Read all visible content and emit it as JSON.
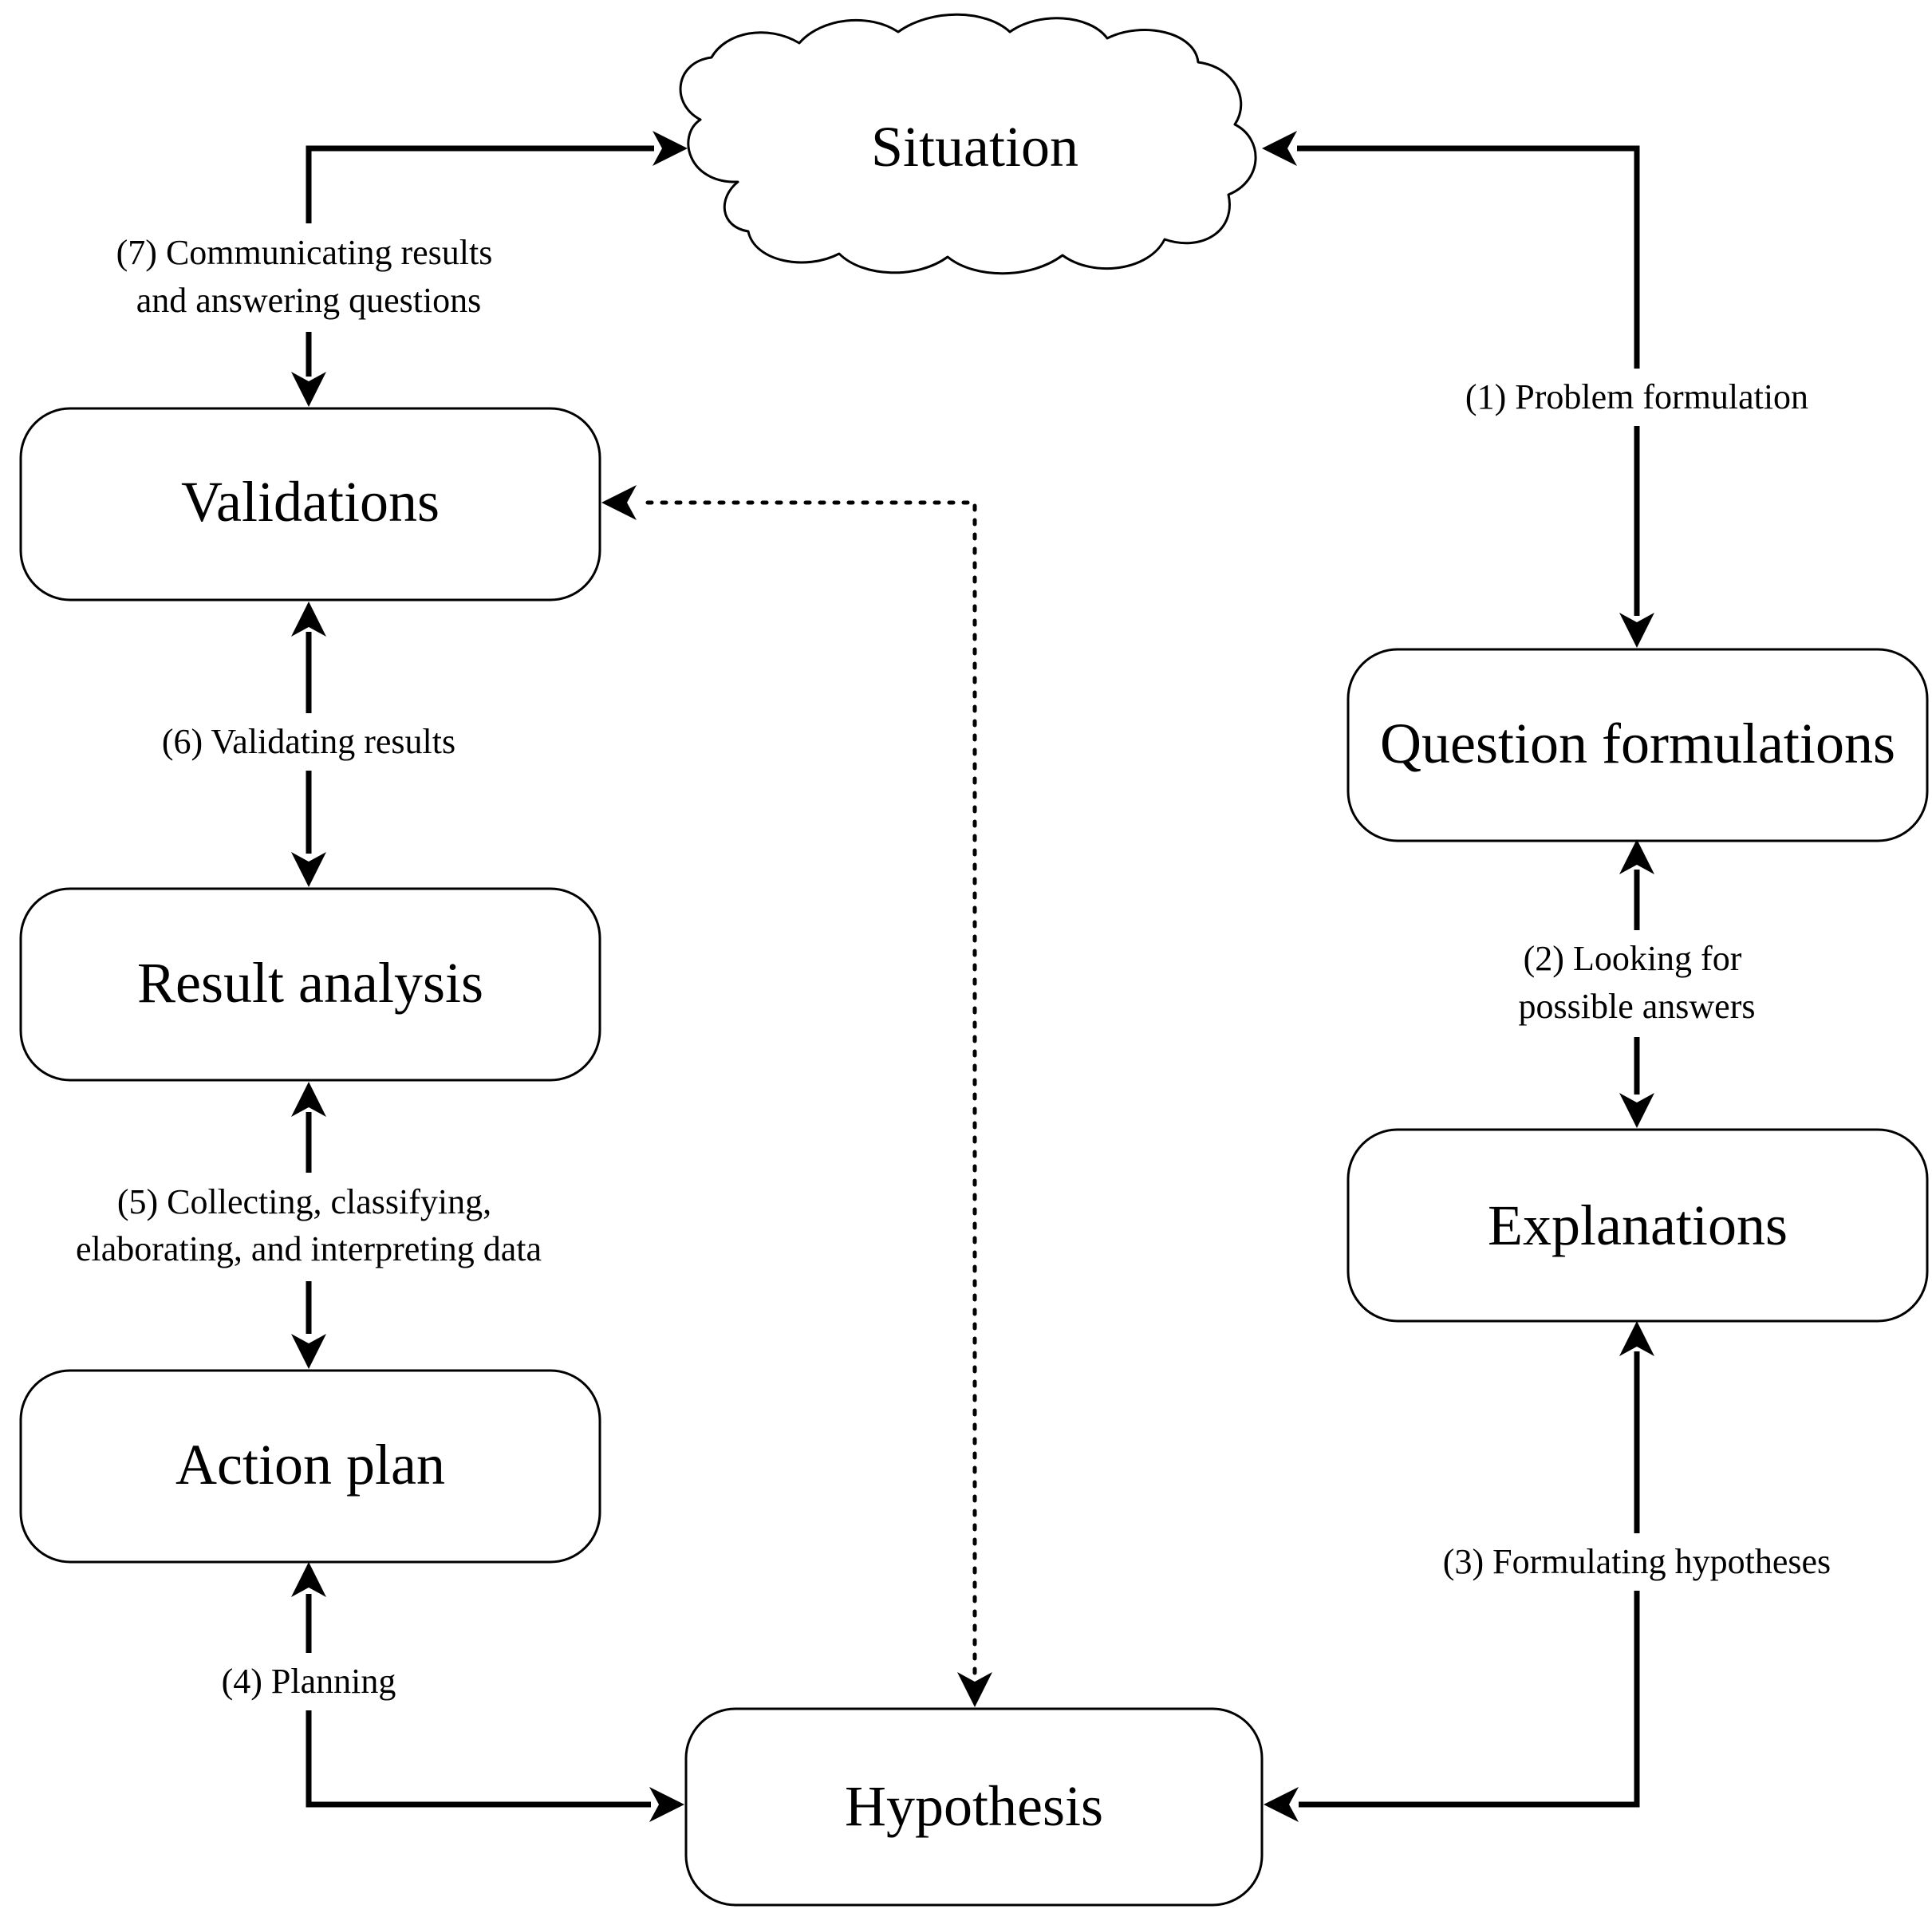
{
  "nodes": {
    "situation": "Situation",
    "validations": "Validations",
    "result_analysis": "Result analysis",
    "action_plan": "Action plan",
    "hypothesis": "Hypothesis",
    "question_formulations": "Question formulations",
    "explanations": "Explanations"
  },
  "edges": {
    "e1": [
      "(1) Problem formulation"
    ],
    "e2": [
      "(2) Looking for",
      "possible answers"
    ],
    "e3": [
      "(3) Formulating hypotheses"
    ],
    "e4": [
      "(4) Planning"
    ],
    "e5": [
      "(5) Collecting, classifying,",
      "elaborating, and interpreting data"
    ],
    "e6": [
      "(6) Validating results"
    ],
    "e7": [
      "(7) Communicating results",
      "and answering questions"
    ]
  }
}
